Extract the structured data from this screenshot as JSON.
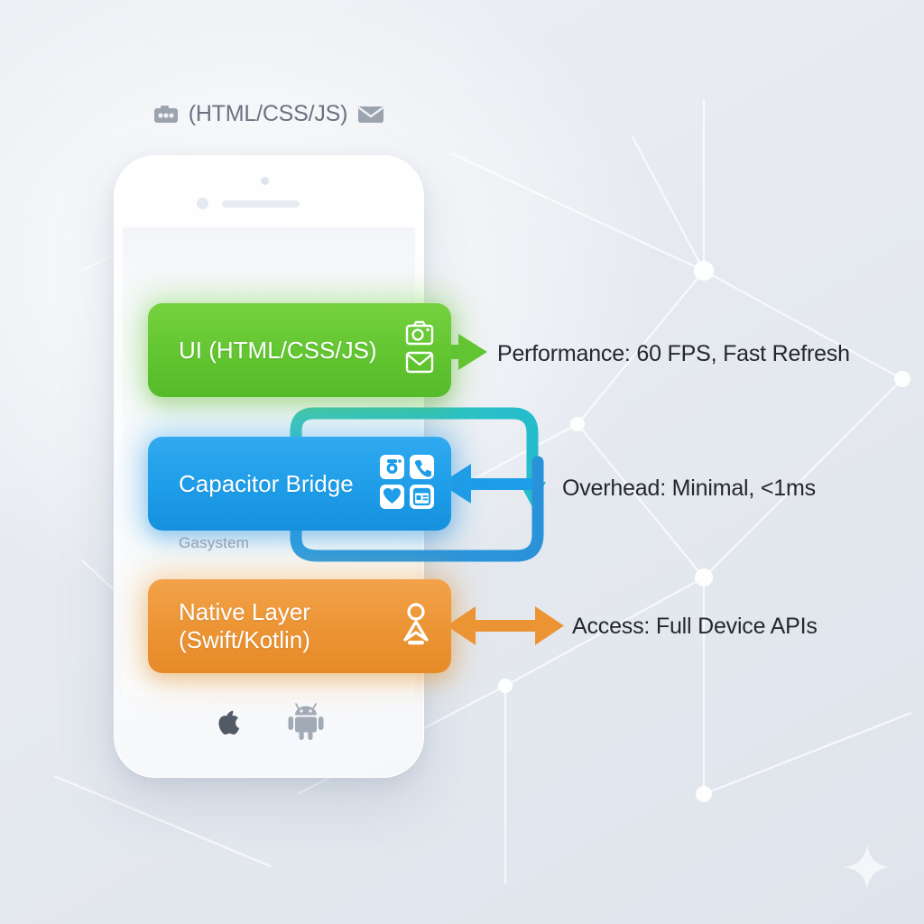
{
  "diagram": {
    "title_header": "(HTML/CSS/JS)",
    "header_icons": [
      "camera-icon",
      "envelope-icon"
    ],
    "sub_caption": "Gasystem"
  },
  "layers": [
    {
      "id": "ui",
      "label": "UI (HTML/CSS/JS)",
      "color": "#62c531",
      "icons": [
        "camera-icon",
        "envelope-icon"
      ],
      "arrow": "single-right",
      "arrow_color": "#62c531",
      "annotation": "Performance: 60 FPS, Fast Refresh"
    },
    {
      "id": "bridge",
      "label": "Capacitor Bridge",
      "color": "#1e9de8",
      "icons": [
        "camera-icon",
        "phone-icon",
        "heart-icon",
        "card-icon"
      ],
      "arrow": "single-left",
      "arrow_color": "#1e9de8",
      "annotation": "Overhead: Minimal, <1ms"
    },
    {
      "id": "native",
      "label": "Native Layer (Swift/Kotlin)",
      "label_line1": "Native Layer",
      "label_line2": "(Swift/Kotlin)",
      "color": "#ec9434",
      "icons": [
        "person-pin-icon"
      ],
      "arrow": "double-horizontal",
      "arrow_color": "#ec9434",
      "annotation": "Access: Full Device APIs"
    }
  ],
  "loop": {
    "name": "bidirectional-bridge-loop",
    "top_color": "#2fc4c4",
    "bottom_color": "#2d97de"
  },
  "platform_logos": [
    "apple-logo",
    "android-logo"
  ],
  "decor": {
    "sparkle": "sparkle-icon",
    "network_nodes": 6
  },
  "palette": {
    "background_start": "#edf0f4",
    "background_end": "#dfe4ec",
    "phone_body": "#ffffff",
    "text_dark": "#24282e",
    "text_muted": "#6b7280"
  }
}
